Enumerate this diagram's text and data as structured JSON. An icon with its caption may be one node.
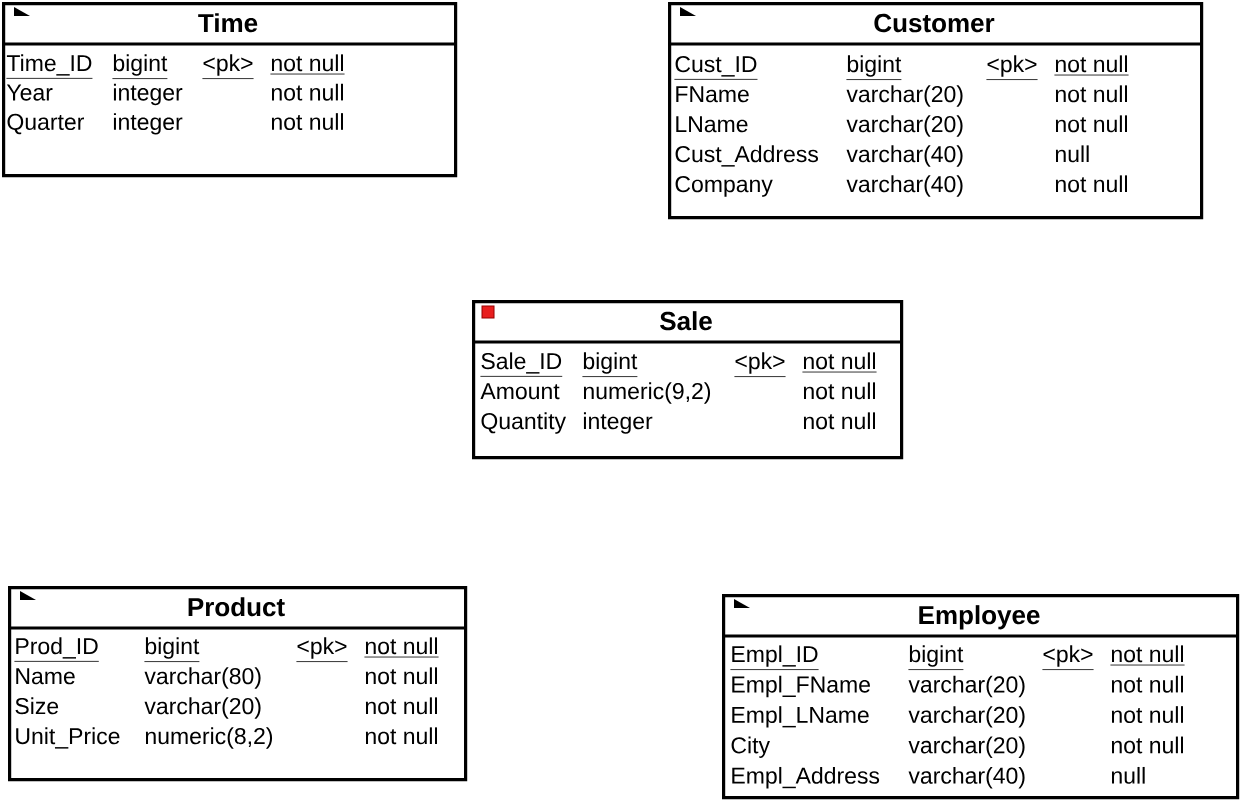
{
  "diagram": {
    "nodes": [
      {
        "text": [
          "Time",
          "Time_ID",
          "bigint",
          "<pk>",
          "not null",
          "Year",
          "integer",
          "not null",
          "Quarter",
          "integer",
          "not null"
        ]
      },
      {
        "text": [
          "Customer",
          "Cust_ID",
          "bigint",
          "<pk>",
          "not null",
          "FName",
          "varchar(20)",
          "not null",
          "LName",
          "varchar(20)",
          "not null",
          "Cust_Address",
          "varchar(40)",
          "null",
          "Company",
          "varchar(40)",
          "not null"
        ]
      },
      {
        "text": [
          "Sale",
          "Sale_ID",
          "bigint",
          "<pk>",
          "not null",
          "Amount",
          "numeric(9,2)",
          "not null",
          "Quantity",
          "integer",
          "not null"
        ]
      },
      {
        "text": [
          "Product",
          "Prod_ID",
          "bigint",
          "<pk>",
          "not null",
          "Name",
          "varchar(80)",
          "not null",
          "Size",
          "varchar(20)",
          "not null",
          "Unit_Price",
          "numeric(8,2)",
          "not null"
        ]
      },
      {
        "text": [
          "Employee",
          "Empl_ID",
          "bigint",
          "<pk>",
          "not null",
          "Empl_FName",
          "varchar(20)",
          "not null",
          "Empl_LName",
          "varchar(20)",
          "not null",
          "City",
          "varchar(20)",
          "not null",
          "Empl_Address",
          "varchar(40)",
          "null"
        ]
      }
    ]
  }
}
